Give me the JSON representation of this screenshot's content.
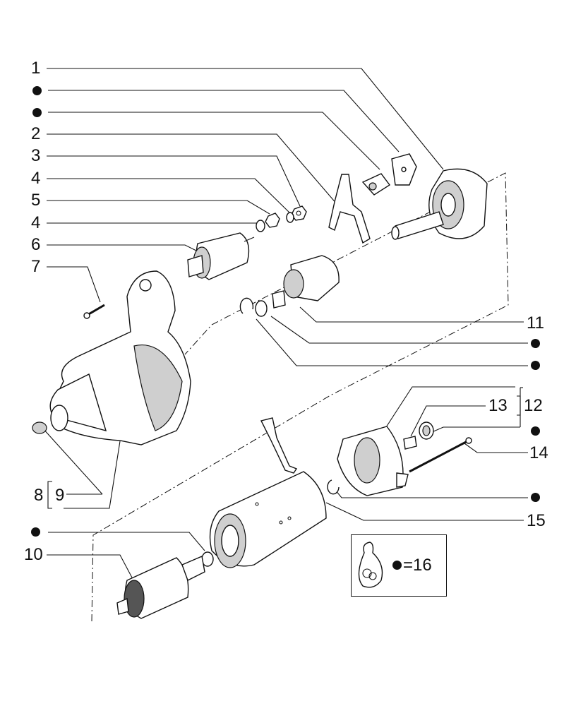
{
  "callouts": {
    "c1": "1",
    "c2": "2",
    "c3": "3",
    "c4a": "4",
    "c5": "5",
    "c4b": "4",
    "c6": "6",
    "c7": "7",
    "c8": "8",
    "c9": "9",
    "c10": "10",
    "c11": "11",
    "c12": "12",
    "c13": "13",
    "c14": "14",
    "c15": "15"
  },
  "legend": {
    "text": "=16",
    "icon": "parts-bag-icon"
  },
  "colors": {
    "ink": "#111111",
    "background": "#ffffff"
  }
}
